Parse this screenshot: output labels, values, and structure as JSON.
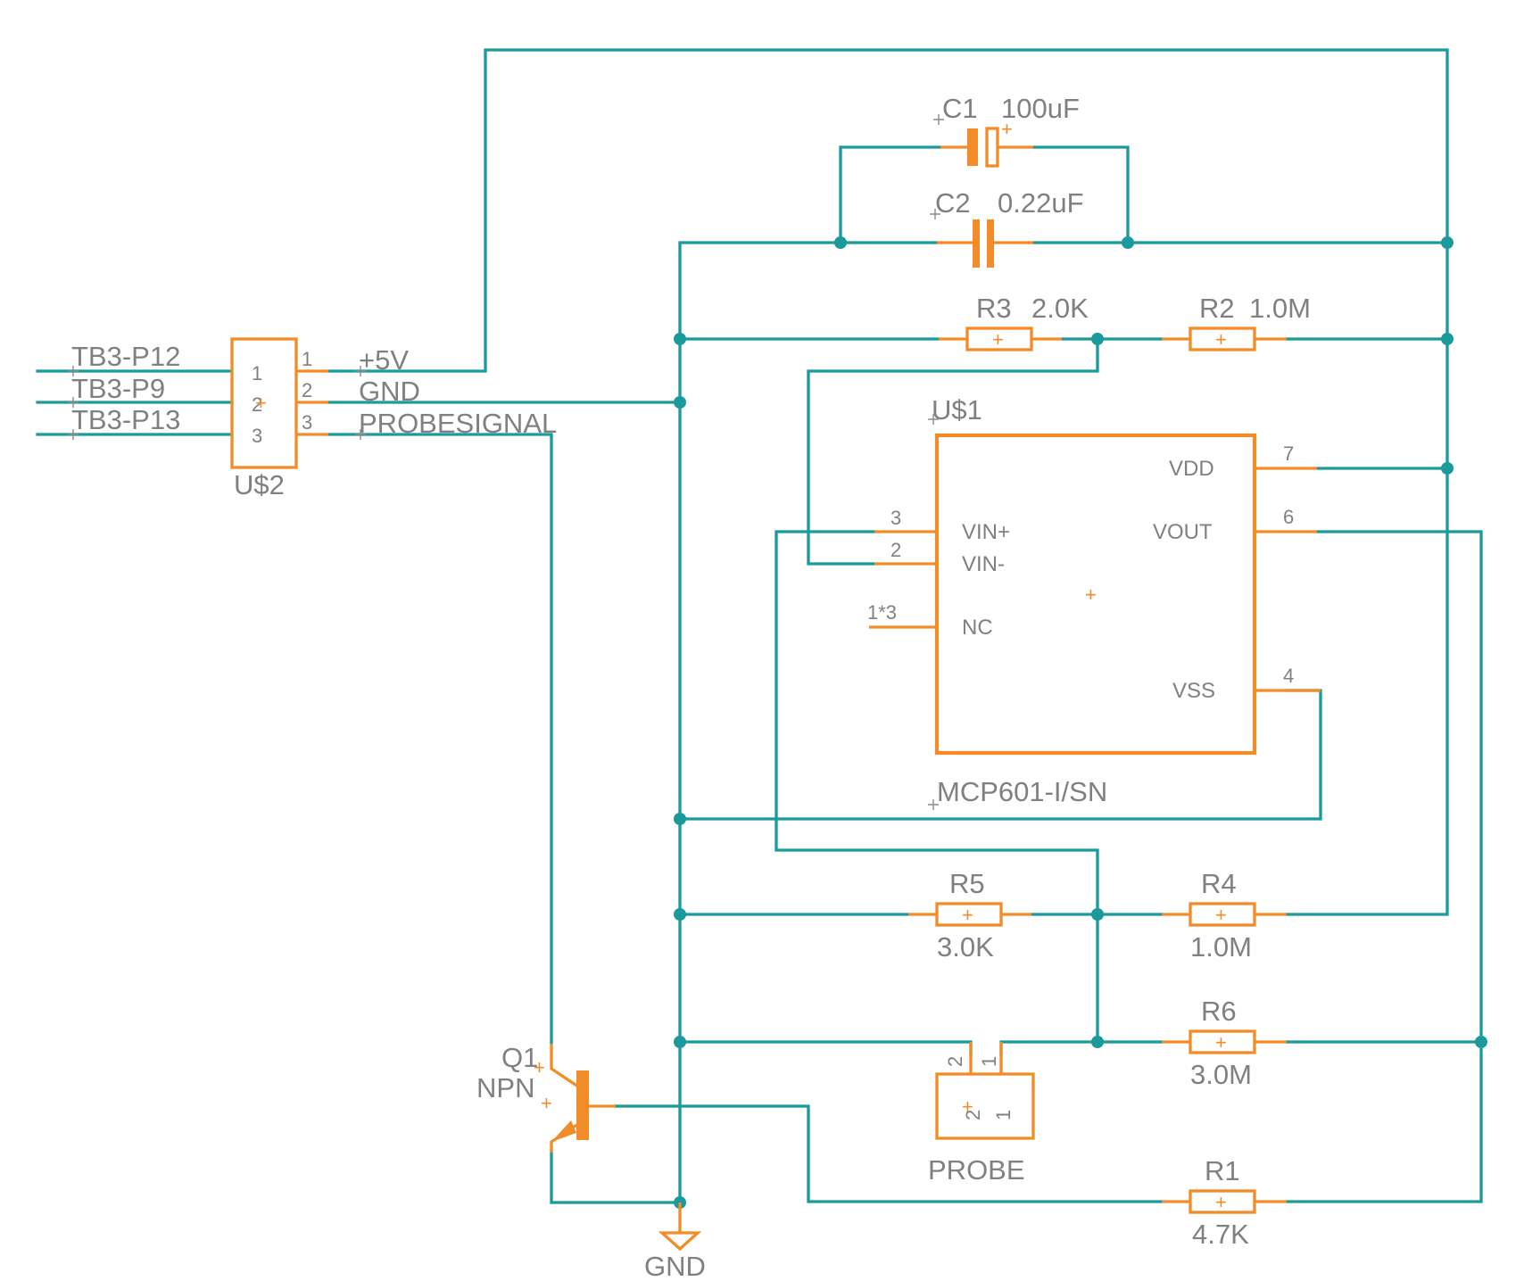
{
  "colors": {
    "wire": "#1a9a9a",
    "part": "#f28c28",
    "text": "#808080",
    "background": "#ffffff"
  },
  "connector_u2": {
    "name": "U$2",
    "inputs": [
      "TB3-P12",
      "TB3-P9",
      "TB3-P13"
    ],
    "pins": [
      "1",
      "2",
      "3"
    ],
    "nets": [
      "+5V",
      "GND",
      "PROBESIGNAL"
    ]
  },
  "opamp_u1": {
    "name": "U$1",
    "value": "MCP601-I/SN",
    "left_pins": [
      {
        "num": "3",
        "name": "VIN+"
      },
      {
        "num": "2",
        "name": "VIN-"
      },
      {
        "num": "1*3",
        "name": "NC"
      }
    ],
    "right_pins": [
      {
        "num": "7",
        "name": "VDD"
      },
      {
        "num": "6",
        "name": "VOUT"
      },
      {
        "num": "4",
        "name": "VSS"
      }
    ]
  },
  "capacitors": {
    "c1": {
      "name": "C1",
      "value": "100uF"
    },
    "c2": {
      "name": "C2",
      "value": "0.22uF"
    }
  },
  "resistors": {
    "r1": {
      "name": "R1",
      "value": "4.7K"
    },
    "r2": {
      "name": "R2",
      "value": "1.0M"
    },
    "r3": {
      "name": "R3",
      "value": "2.0K"
    },
    "r4": {
      "name": "R4",
      "value": "1.0M"
    },
    "r5": {
      "name": "R5",
      "value": "3.0K"
    },
    "r6": {
      "name": "R6",
      "value": "3.0M"
    }
  },
  "transistor_q1": {
    "name": "Q1",
    "value": "NPN"
  },
  "probe": {
    "name": "PROBE",
    "pins": [
      "2",
      "1"
    ]
  },
  "gnd_symbol": {
    "label": "GND"
  }
}
